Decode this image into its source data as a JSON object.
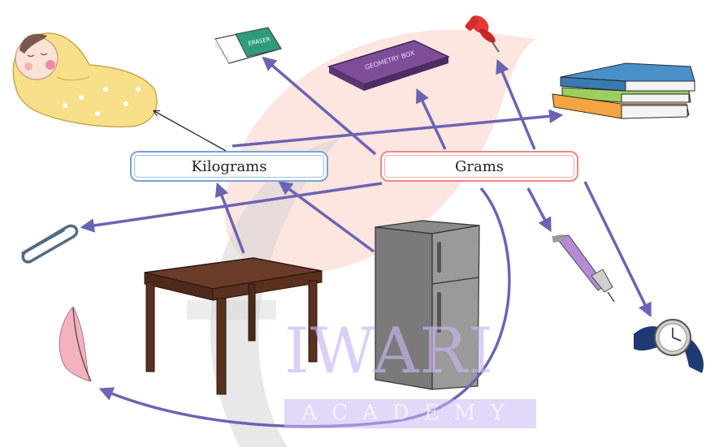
{
  "labels": {
    "kilograms": "Kilograms",
    "grams": "Grams"
  },
  "eraser_text": "ERASER",
  "geometry_box_text": "GEOMETRY BOX",
  "watermark": {
    "name": "IWARI",
    "sub": "ACADEMY"
  },
  "colors": {
    "arrow": "#6b64b4",
    "kg_border": "#7aa3d6",
    "g_border": "#e58a8a"
  }
}
